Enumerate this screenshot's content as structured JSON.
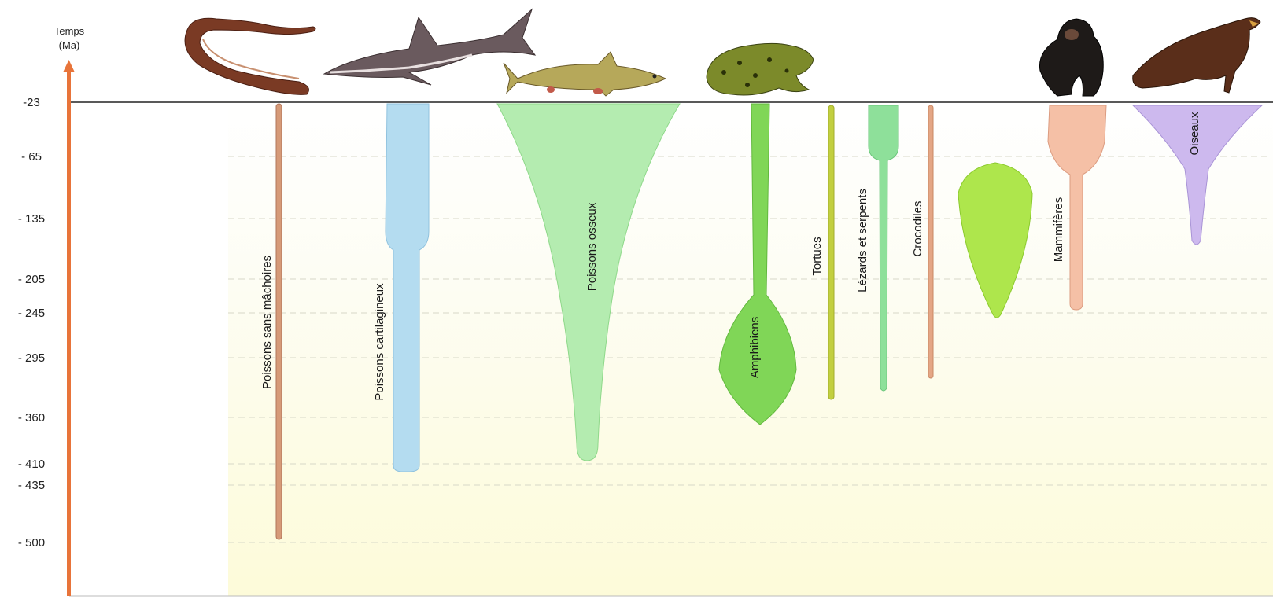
{
  "axis": {
    "title_line1": "Temps",
    "title_line2": "(Ma)",
    "ticks": [
      {
        "value": 23,
        "label": "-23"
      },
      {
        "value": 65,
        "label": "- 65"
      },
      {
        "value": 135,
        "label": "- 135"
      },
      {
        "value": 205,
        "label": "- 205"
      },
      {
        "value": 245,
        "label": "- 245"
      },
      {
        "value": 295,
        "label": "- 295"
      },
      {
        "value": 360,
        "label": "- 360"
      },
      {
        "value": 410,
        "label": "- 410"
      },
      {
        "value": 435,
        "label": "- 435"
      },
      {
        "value": 500,
        "label": "- 500"
      }
    ],
    "axis_color": "#e8743a"
  },
  "groups": [
    {
      "id": "agnathes",
      "label": "Poissons sans mâchoires",
      "origin_ma": 500,
      "color": "#c98a6a",
      "icon": "lamprey-icon"
    },
    {
      "id": "cartilagineux",
      "label": "Poissons cartilagineux",
      "origin_ma": 410,
      "color": "#a9d4ec",
      "icon": "shark-icon"
    },
    {
      "id": "osseux",
      "label": "Poissons osseux",
      "origin_ma": 405,
      "color": "#a8e6a0",
      "icon": "fish-icon"
    },
    {
      "id": "amphibiens",
      "label": "Amphibiens",
      "origin_ma": 360,
      "color": "#7fd155",
      "icon": "frog-icon"
    },
    {
      "id": "tortues",
      "label": "Tortues",
      "origin_ma": 320,
      "color": "#b9c93a",
      "icon": ""
    },
    {
      "id": "lezards",
      "label": "Lézards et serpents",
      "origin_ma": 310,
      "color": "#7fd98c",
      "icon": ""
    },
    {
      "id": "crocodiles",
      "label": "Crocodiles",
      "origin_ma": 295,
      "color": "#e0a080",
      "icon": ""
    },
    {
      "id": "dinosaures",
      "label": "",
      "origin_ma": 245,
      "color": "#a6e34a",
      "icon": ""
    },
    {
      "id": "mammiferes",
      "label": "Mammifères",
      "origin_ma": 225,
      "color": "#f2b8a0",
      "icon": "chimpanzee-icon"
    },
    {
      "id": "oiseaux",
      "label": "Oiseaux",
      "origin_ma": 150,
      "color": "#c8b4ea",
      "icon": "eagle-icon"
    }
  ]
}
